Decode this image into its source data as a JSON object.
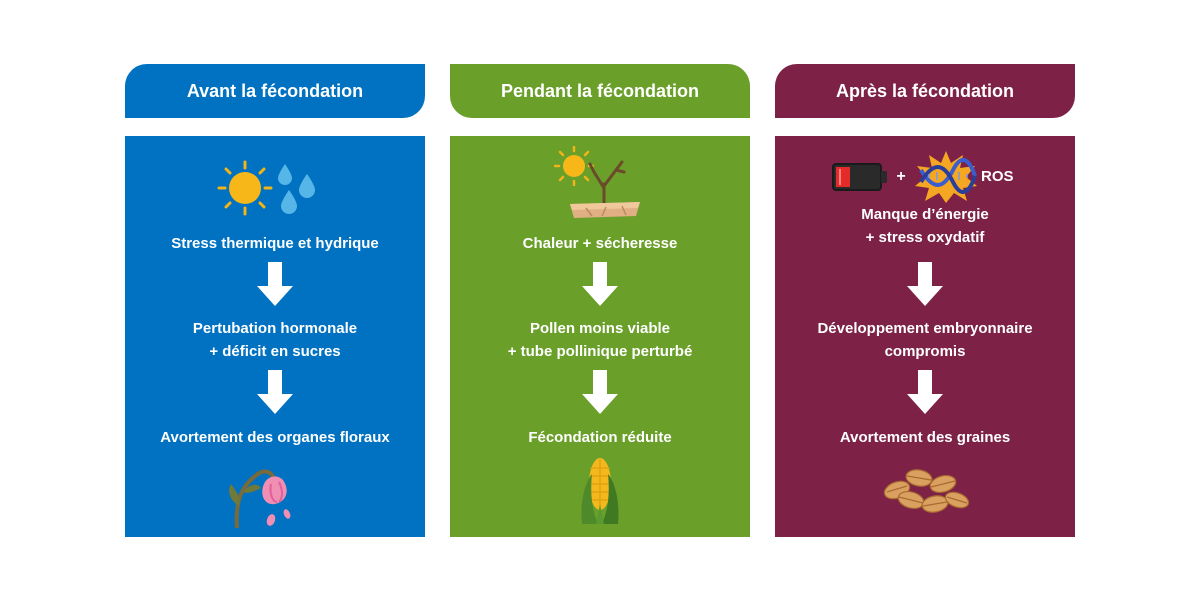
{
  "colors": {
    "blue": "#0171c1",
    "green": "#6a9f2a",
    "maroon": "#7d2246"
  },
  "columns": [
    {
      "header": "Avant la fécondation",
      "step1": "Stress thermique et hydrique",
      "step2": "Pertubation hormonale\n+ déficit en sucres",
      "step3": "Avortement des organes floraux",
      "icons": [
        "sun-icon",
        "water-drops-icon",
        "wilted-flower-icon"
      ]
    },
    {
      "header": "Pendant la fécondation",
      "step1": "Chaleur + sécheresse",
      "step2": "Pollen moins viable\n+ tube pollinique perturbé",
      "step3": "Fécondation réduite",
      "icons": [
        "sun-icon",
        "dry-ground-icon",
        "corn-icon"
      ]
    },
    {
      "header": "Après la fécondation",
      "icon_plus": "+",
      "icon_label": "ROS",
      "step1": "Manque d’énergie\n+ stress oxydatif",
      "step2": "Développement embryonnaire\ncompromis",
      "step3": "Avortement des graines",
      "icons": [
        "low-battery-icon",
        "dna-burst-icon",
        "seeds-icon"
      ]
    }
  ]
}
